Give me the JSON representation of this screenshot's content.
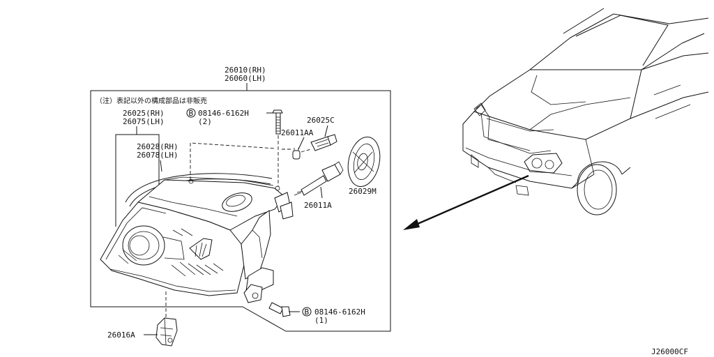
{
  "note": "（注）表記以外の構成部品は非販売",
  "labels": {
    "assembly_rh": "26010(RH)",
    "assembly_lh": "26060(LH)",
    "lens_rh": "26025(RH)",
    "lens_lh": "26075(LH)",
    "seal_rh": "26028(RH)",
    "seal_lh": "26078(LH)",
    "bolt_top_circle": "B",
    "bolt_top": "08146-6162H",
    "bolt_top_qty": "(2)",
    "bolt_bottom_circle": "B",
    "bolt_bottom": "08146-6162H",
    "bolt_bottom_qty": "(1)",
    "bulb_small": "26011AA",
    "socket": "26025C",
    "bulb_main": "26011A",
    "cap": "26029M",
    "bracket": "26016A"
  },
  "diagram_code": "J26000CF",
  "icons": {
    "headlamp": "headlamp-assembly-drawing",
    "vehicle": "vehicle-front-drawing",
    "arrow": "location-arrow"
  }
}
